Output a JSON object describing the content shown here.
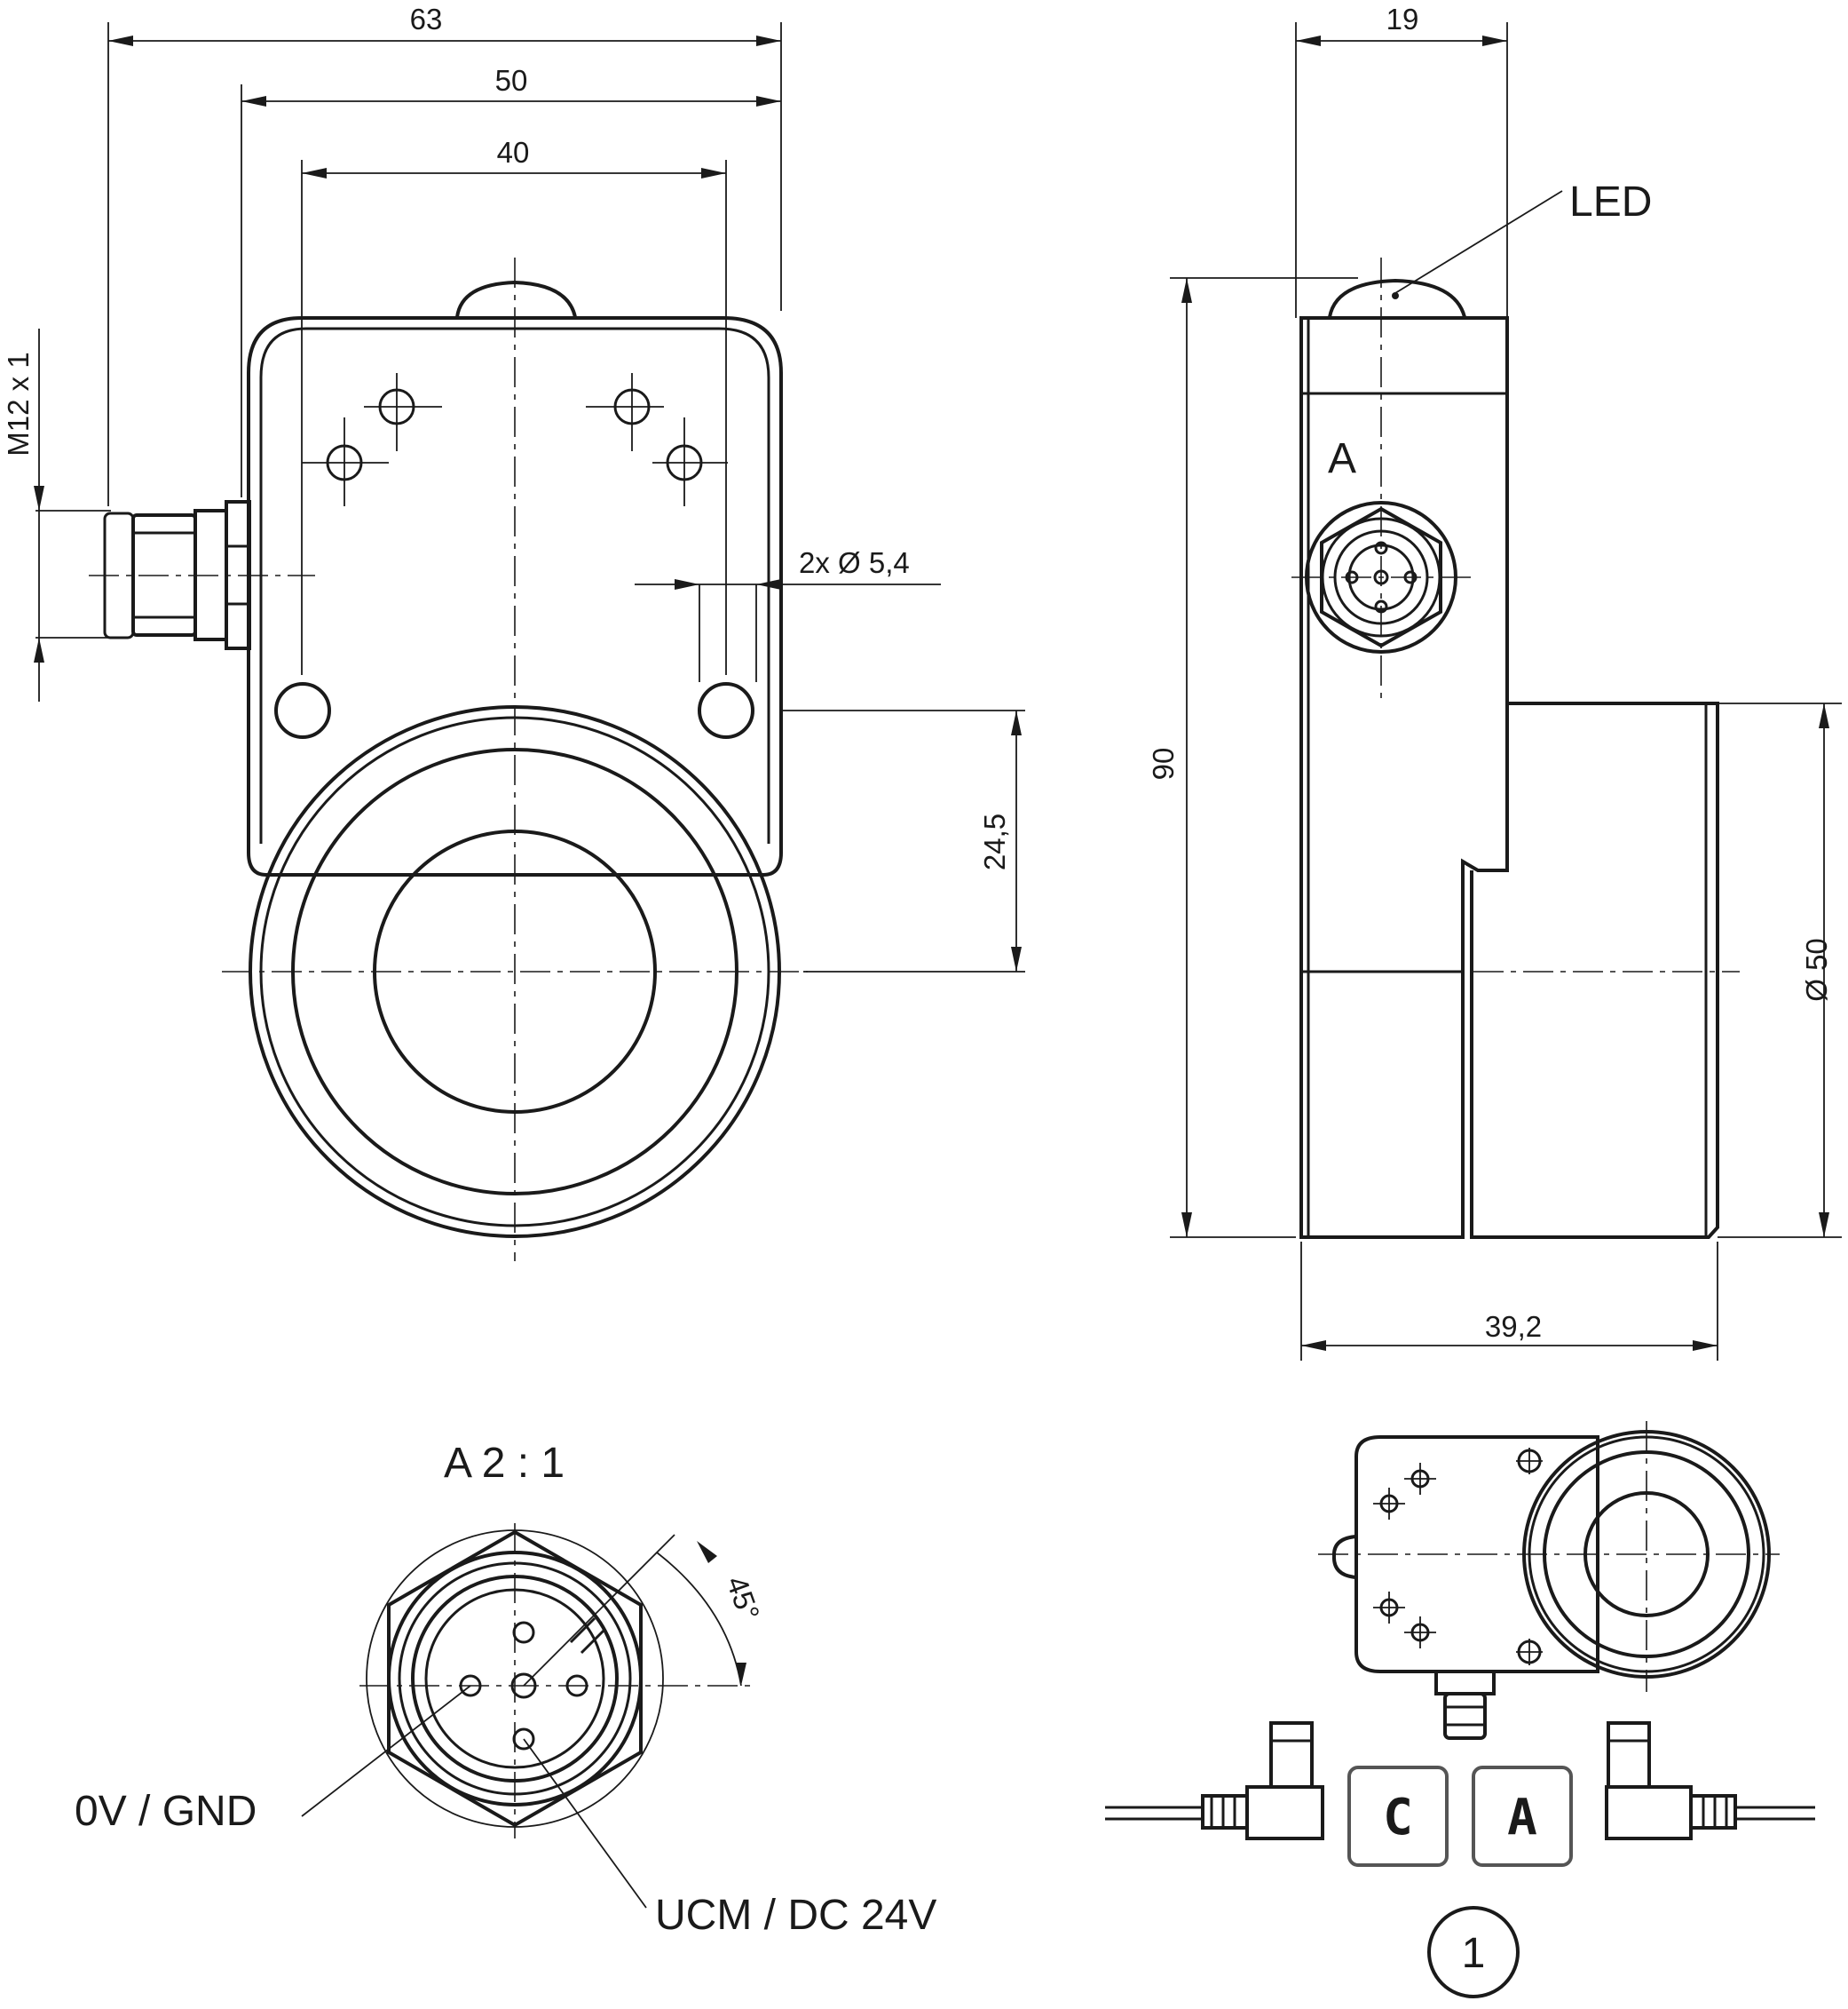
{
  "front_view": {
    "dim_63": "63",
    "dim_50": "50",
    "dim_40": "40",
    "thread": "M12 x 1",
    "holes": "2x Ø 5,4",
    "dim_24_5": "24,5"
  },
  "side_view": {
    "dim_19": "19",
    "led": "LED",
    "detail_marker": "A",
    "dim_90": "90",
    "dim_dia50": "Ø 50",
    "dim_39_2": "39,2"
  },
  "detail_view": {
    "title": "A 2 : 1",
    "angle": "45°",
    "pin_gnd": "0V / GND",
    "pin_ucm": "UCM / DC 24V"
  },
  "accessories": {
    "cable_c": "C",
    "cable_a": "A",
    "item_number": "1"
  }
}
